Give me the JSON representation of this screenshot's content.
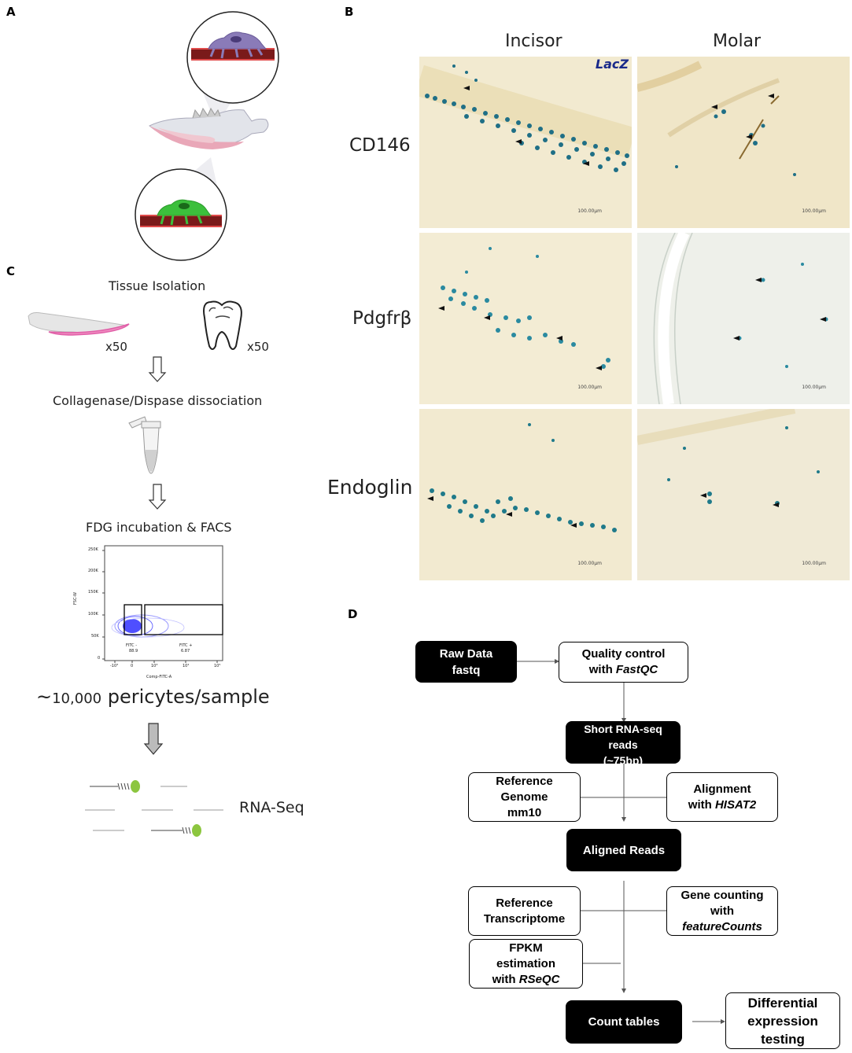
{
  "panels": {
    "a": "A",
    "b": "B",
    "c": "C",
    "d": "D"
  },
  "panel_b": {
    "col_headers": [
      "Incisor",
      "Molar"
    ],
    "row_labels": [
      "CD146",
      "Pdgfrβ",
      "Endoglin"
    ],
    "stain_label": "LacZ",
    "scalebar_text": "100.00μm"
  },
  "panel_c": {
    "step1": "Tissue Isolation",
    "incisor_count": "x50",
    "molar_count": "x50",
    "step2": "Collagenase/Dispase  dissociation",
    "step3": "FDG incubation & FACS",
    "facs": {
      "yaxis_label": "FSC-W",
      "xaxis_label": "Comp-FITC-A",
      "y_ticks": [
        "250K",
        "200K",
        "150K",
        "100K",
        "50K",
        "0"
      ],
      "x_ticks": [
        "-10³",
        "0",
        "10³",
        "10⁴",
        "10⁵"
      ],
      "gate_neg": "FITC -",
      "gate_neg_value": "88.9",
      "gate_pos": "FITC +",
      "gate_pos_value": "6.87"
    },
    "yield_prefix": "~",
    "yield_number": "10,000",
    "yield_suffix": " pericytes/sample",
    "step4": "RNA-Seq"
  },
  "panel_d": {
    "raw_data": [
      "Raw Data",
      "fastq"
    ],
    "qc": [
      "Quality control",
      "with ",
      "FastQC"
    ],
    "short_reads": [
      "Short RNA-seq",
      "reads",
      "(~75bp)"
    ],
    "ref_genome": [
      "Reference",
      "Genome",
      "mm10"
    ],
    "alignment": [
      "Alignment",
      "with ",
      "HISAT2"
    ],
    "aligned": "Aligned Reads",
    "ref_transcriptome": [
      "Reference",
      "Transcriptome"
    ],
    "gene_counting": [
      "Gene counting",
      "with",
      "featureCounts"
    ],
    "fpkm": [
      "FPKM",
      "estimation",
      "with ",
      "RSeQC"
    ],
    "count_tables": "Count tables",
    "differential": [
      "Differential",
      "expression",
      "testing"
    ]
  },
  "colors": {
    "xgal_blue": "#1f6f86",
    "tissue_bg": "#f2ead0",
    "vessel_red": "#7a1a1a",
    "pericyte_purple": "#8a7bb8",
    "pericyte_green": "#3cbf3c",
    "bead_green": "#8cc63f"
  }
}
